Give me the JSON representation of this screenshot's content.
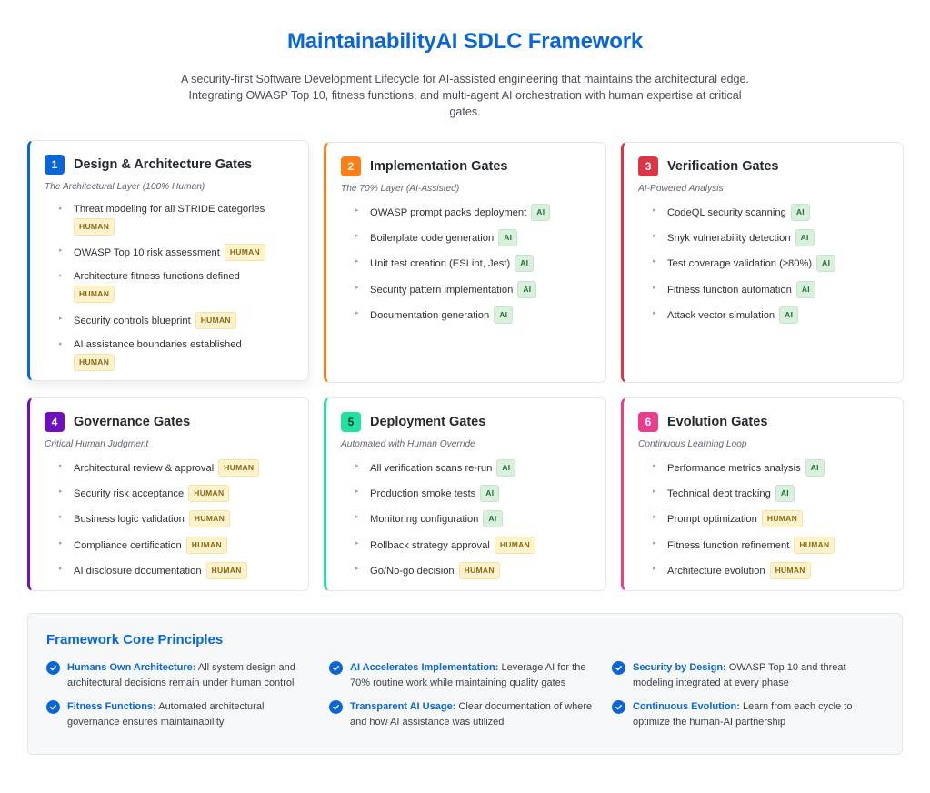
{
  "header": {
    "title": "MaintainabilityAI SDLC Framework",
    "subtitle_line1": "A security-first Software Development Lifecycle for AI-assisted engineering that maintains the architectural edge.",
    "subtitle_line2": "Integrating OWASP Top 10, fitness functions, and multi-agent AI orchestration with human expertise at critical gates."
  },
  "colors": {
    "primary": "#0a66d6",
    "gate1": "#0a66d6",
    "gate2": "#fd7e14",
    "gate3": "#dc3545",
    "gate4": "#6f0fbf",
    "gate5": "#20e3a0",
    "gate6": "#e83e8c",
    "human_badge_bg": "#fff3cd",
    "ai_badge_bg": "#d8f0dc"
  },
  "gates": [
    {
      "number": "1",
      "title": "Design & Architecture Gates",
      "subtitle": "The Architectural Layer (100% Human)",
      "items": [
        {
          "text": "Threat modeling for all STRIDE categories",
          "badge": "HUMAN"
        },
        {
          "text": "OWASP Top 10 risk assessment",
          "badge": "HUMAN"
        },
        {
          "text": "Architecture fitness functions defined",
          "badge": "HUMAN"
        },
        {
          "text": "Security controls blueprint",
          "badge": "HUMAN"
        },
        {
          "text": "AI assistance boundaries established",
          "badge": "HUMAN"
        }
      ]
    },
    {
      "number": "2",
      "title": "Implementation Gates",
      "subtitle": "The 70% Layer (AI-Assisted)",
      "items": [
        {
          "text": "OWASP prompt packs deployment",
          "badge": "AI"
        },
        {
          "text": "Boilerplate code generation",
          "badge": "AI"
        },
        {
          "text": "Unit test creation (ESLint, Jest)",
          "badge": "AI"
        },
        {
          "text": "Security pattern implementation",
          "badge": "AI"
        },
        {
          "text": "Documentation generation",
          "badge": "AI"
        }
      ]
    },
    {
      "number": "3",
      "title": "Verification Gates",
      "subtitle": "AI-Powered Analysis",
      "items": [
        {
          "text": "CodeQL security scanning",
          "badge": "AI"
        },
        {
          "text": "Snyk vulnerability detection",
          "badge": "AI"
        },
        {
          "text": "Test coverage validation (≥80%)",
          "badge": "AI"
        },
        {
          "text": "Fitness function automation",
          "badge": "AI"
        },
        {
          "text": "Attack vector simulation",
          "badge": "AI"
        }
      ]
    },
    {
      "number": "4",
      "title": "Governance Gates",
      "subtitle": "Critical Human Judgment",
      "items": [
        {
          "text": "Architectural review & approval",
          "badge": "HUMAN"
        },
        {
          "text": "Security risk acceptance",
          "badge": "HUMAN"
        },
        {
          "text": "Business logic validation",
          "badge": "HUMAN"
        },
        {
          "text": "Compliance certification",
          "badge": "HUMAN"
        },
        {
          "text": "AI disclosure documentation",
          "badge": "HUMAN"
        }
      ]
    },
    {
      "number": "5",
      "title": "Deployment Gates",
      "subtitle": "Automated with Human Override",
      "items": [
        {
          "text": "All verification scans re-run",
          "badge": "AI"
        },
        {
          "text": "Production smoke tests",
          "badge": "AI"
        },
        {
          "text": "Monitoring configuration",
          "badge": "AI"
        },
        {
          "text": "Rollback strategy approval",
          "badge": "HUMAN"
        },
        {
          "text": "Go/No-go decision",
          "badge": "HUMAN"
        }
      ]
    },
    {
      "number": "6",
      "title": "Evolution Gates",
      "subtitle": "Continuous Learning Loop",
      "items": [
        {
          "text": "Performance metrics analysis",
          "badge": "AI"
        },
        {
          "text": "Technical debt tracking",
          "badge": "AI"
        },
        {
          "text": "Prompt optimization",
          "badge": "HUMAN"
        },
        {
          "text": "Fitness function refinement",
          "badge": "HUMAN"
        },
        {
          "text": "Architecture evolution",
          "badge": "HUMAN"
        }
      ]
    }
  ],
  "principles": {
    "title": "Framework Core Principles",
    "items": [
      {
        "label": "Humans Own Architecture:",
        "text": " All system design and architectural decisions remain under human control",
        "icon": "check-circle-icon"
      },
      {
        "label": "AI Accelerates Implementation:",
        "text": " Leverage AI for the 70% routine work while maintaining quality gates",
        "icon": "check-circle-icon"
      },
      {
        "label": "Security by Design:",
        "text": " OWASP Top 10 and threat modeling integrated at every phase",
        "icon": "check-circle-icon"
      },
      {
        "label": "Fitness Functions:",
        "text": " Automated architectural governance ensures maintainability",
        "icon": "check-circle-icon"
      },
      {
        "label": "Transparent AI Usage:",
        "text": " Clear documentation of where and how AI assistance was utilized",
        "icon": "check-circle-icon"
      },
      {
        "label": "Continuous Evolution:",
        "text": " Learn from each cycle to optimize the human-AI partnership",
        "icon": "check-circle-icon"
      }
    ]
  }
}
